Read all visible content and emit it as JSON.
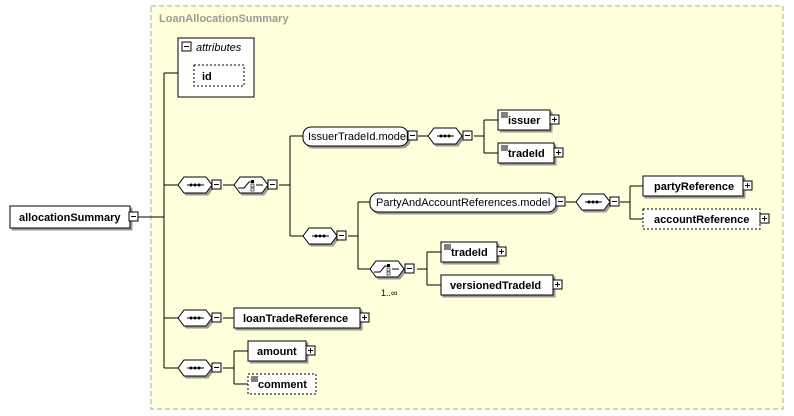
{
  "diagram": {
    "group_label": "LoanAllocationSummary",
    "root": {
      "name": "allocationSummary"
    },
    "attributes": {
      "label": "attributes",
      "items": [
        "id"
      ]
    },
    "issuer_model": {
      "label": "IssuerTradeId.model",
      "children": [
        "issuer",
        "tradeId"
      ]
    },
    "party_model": {
      "label": "PartyAndAccountReferences.model",
      "children": [
        "partyReference",
        "accountReference"
      ]
    },
    "choice_children": [
      "tradeId",
      "versionedTradeId"
    ],
    "choice_cardinality": "1..∞",
    "loan_trade_reference": "loanTradeReference",
    "amount": "amount",
    "comment": "comment"
  },
  "colors": {
    "group_border": "#a8a8a8",
    "group_fill": "#ffffdc",
    "box_border": "#000000",
    "box_fill": "#ffffff"
  }
}
